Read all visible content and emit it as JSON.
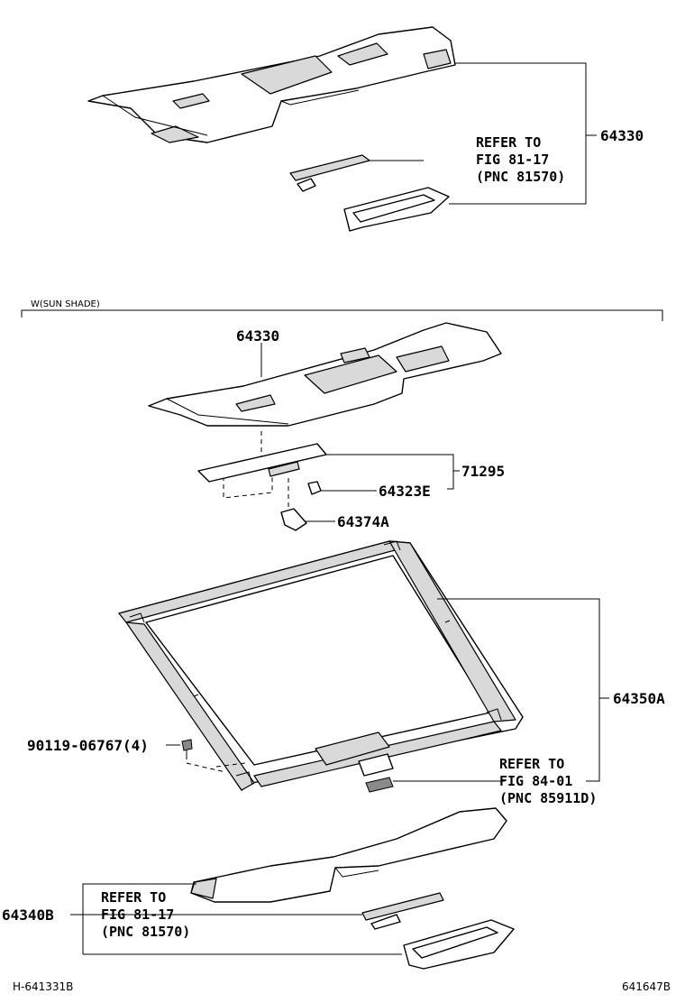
{
  "top": {
    "part_label": "64330",
    "refer": [
      "REFER TO",
      "FIG 81-17",
      "(PNC 81570)"
    ]
  },
  "section": {
    "condition": "W(SUN SHADE)",
    "labels": {
      "headliner": "64330",
      "shade_cover": "71295",
      "clip_e": "64323E",
      "bracket": "64374A",
      "shade_assy": "64350A",
      "screw": "90119-06767(4)",
      "lower_panel": "64340B"
    },
    "refer_motor": [
      "REFER TO",
      "FIG 84-01",
      "(PNC 85911D)"
    ],
    "refer_lower": [
      "REFER TO",
      "FIG 81-17",
      "(PNC 81570)"
    ]
  },
  "footer": {
    "left_code": "H-641331B",
    "right_code": "641647B"
  }
}
